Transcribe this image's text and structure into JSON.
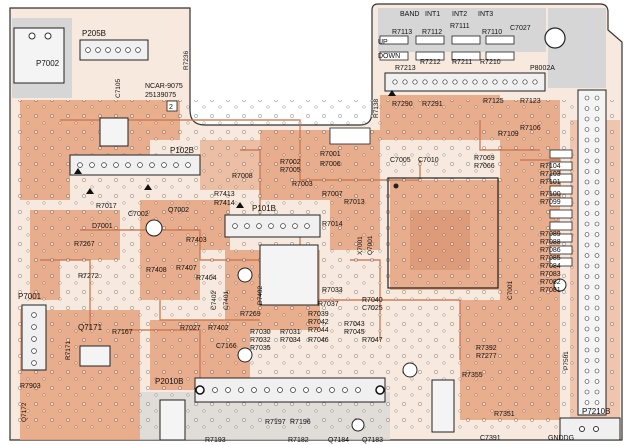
{
  "board": {
    "colors": {
      "substrate": "#f7e9dd",
      "copper": "#e6a37e",
      "copper_dark": "#d98e68",
      "silkscreen": "#222222",
      "mask_gray": "#d6d6d6",
      "pad": "#ffffff"
    },
    "labels": {
      "band": "BAND",
      "int1": "INT1",
      "int2": "INT2",
      "int3": "INT3",
      "up": "UP",
      "down": "DOWN",
      "c7027": "C7027",
      "r7113": "R7113",
      "r7112": "R7112",
      "r7111": "R7111",
      "r7110": "R7110",
      "r7213": "R7213",
      "r7212": "R7212",
      "r7211": "R7211",
      "r7210": "R7210",
      "p8002a": "P8002A",
      "p205b": "P205B",
      "p7002": "P7002",
      "ncar": "NCAR-9075",
      "partno": "25139075",
      "two": "2",
      "p102b": "P102B",
      "r7236": "R7236",
      "c7105": "C7105",
      "r7290": "R7290",
      "r7291": "R7291",
      "r7125": "R7125",
      "r7123": "R7123",
      "r7138": "R7138",
      "r7005": "R7005",
      "r7002": "R7002",
      "r7003": "R7003",
      "r7001": "R7001",
      "r7006": "R7006",
      "r7008": "R7008",
      "c7005": "C7005",
      "c7010": "C7010",
      "r7007": "R7007",
      "r7013": "R7013",
      "r7413": "R7413",
      "r7414": "R7414",
      "p101b": "P101B",
      "r7017": "R7017",
      "c7002": "C7002",
      "q7002": "Q7002",
      "d7001": "D7001",
      "r7267": "R7267",
      "r7403": "R7403",
      "r7272": "R7272",
      "r7014": "R7014",
      "x7001": "X7001",
      "q7001": "Q7001",
      "p7001": "P7001",
      "q7171": "Q7171",
      "r7167": "R7167",
      "r7171": "R7171",
      "r7402": "R7402",
      "r7027": "R7027",
      "r7269": "R7269",
      "c7166": "C7166",
      "r7030": "R7030",
      "r7032": "R7032",
      "r7035": "R7035",
      "r7031": "R7031",
      "r7034": "R7034",
      "r7039": "R7039",
      "r7042": "R7042",
      "r7044": "R7044",
      "r7046": "R7046",
      "r7033": "R7033",
      "r7037": "R7037",
      "r7040": "R7040",
      "c7025": "C7025",
      "r7043": "R7043",
      "r7045": "R7045",
      "r7047": "R7047",
      "r7392": "R7392",
      "r7277": "R7277",
      "r7355": "R7355",
      "r7351": "R7351",
      "p2010b": "P2010B",
      "r7903": "R7903",
      "q7172": "Q7172",
      "r7197": "R7197",
      "r7196": "R7196",
      "r7193": "R7193",
      "r7182": "R7182",
      "q7184": "Q7184",
      "q7183": "Q7183",
      "c7391": "C7391",
      "p7210b": "P7210B",
      "gnddg": "GNDDG",
      "r7104": "R7104",
      "r7103": "R7103",
      "r7101": "R7101",
      "r7100": "R7100",
      "r7099": "R7099",
      "r7089": "R7089",
      "r7088": "R7088",
      "r7086": "R7086",
      "r7085": "R7085",
      "r7084": "R7084",
      "r7083": "R7083",
      "r7082": "R7082",
      "r7081": "R7081",
      "c7001": "C7001",
      "p7501": "P7501",
      "r7109": "R7109",
      "r7106": "R7106",
      "r7069": "R7069",
      "r7066": "R7066",
      "r7404": "R7404",
      "r7407": "R7407",
      "r7408": "R7408",
      "c7401": "C7401",
      "d7402": "D7402",
      "c7402": "C7402"
    }
  }
}
